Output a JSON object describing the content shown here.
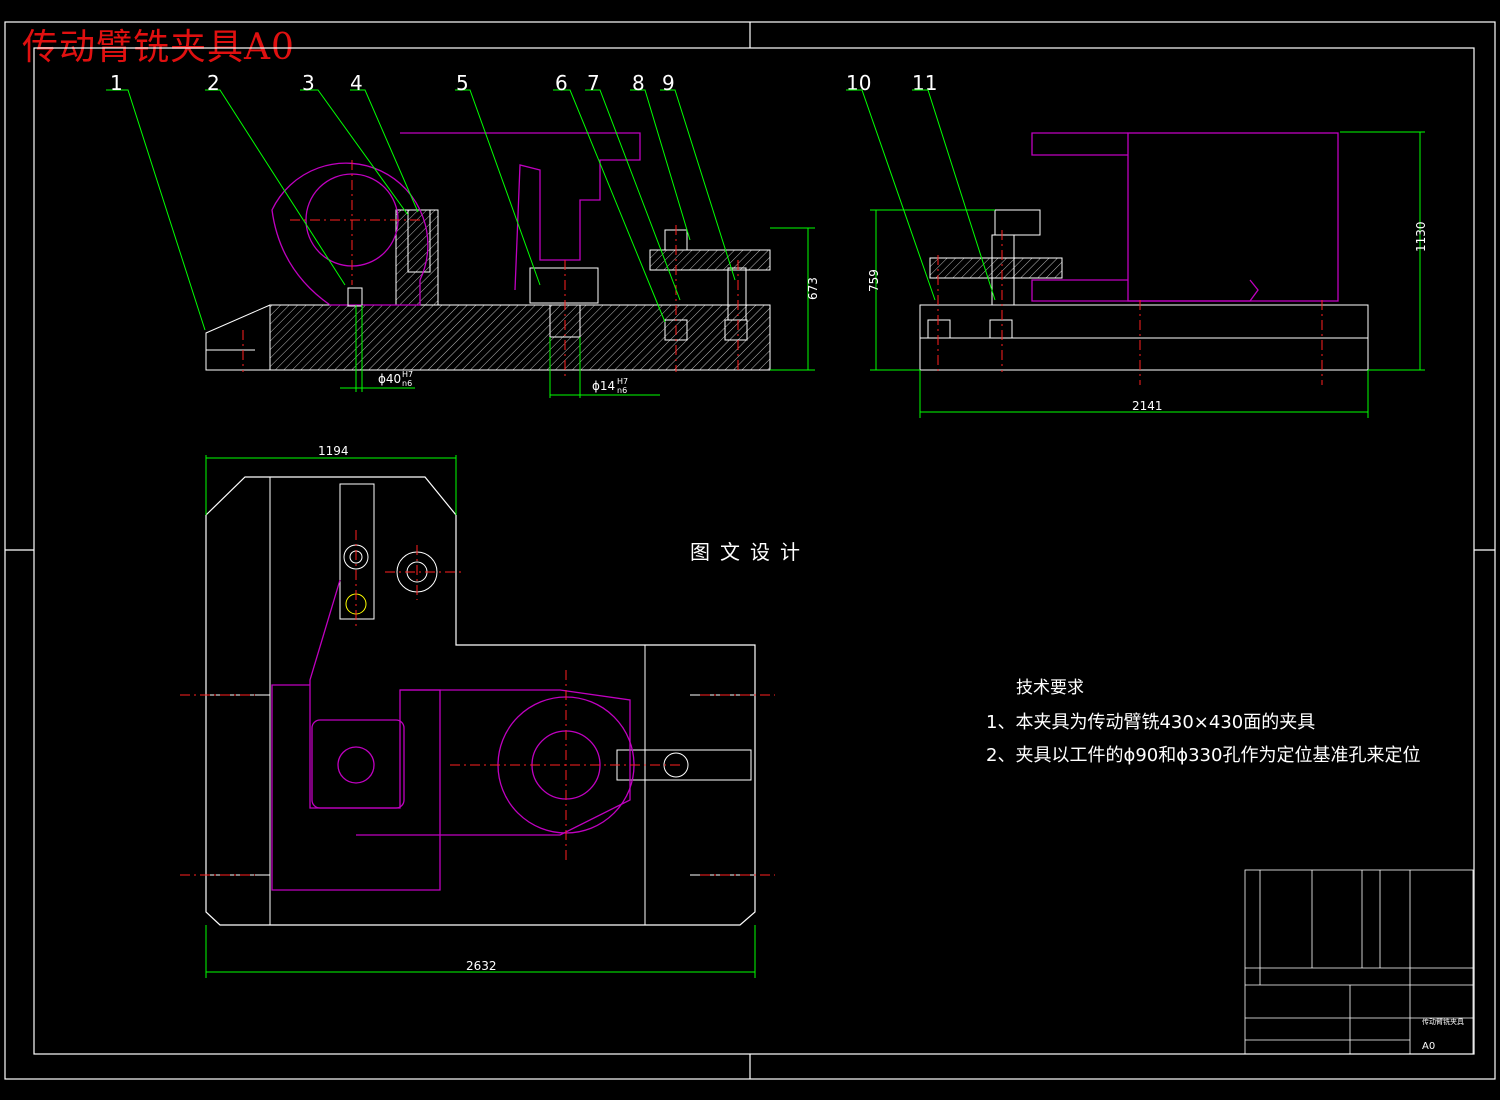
{
  "drawing": {
    "title": "传动臂铣夹具A0",
    "center_text": "图文设计",
    "part_numbers": [
      "1",
      "2",
      "3",
      "4",
      "5",
      "6",
      "7",
      "8",
      "9",
      "10",
      "11"
    ],
    "dimensions": {
      "d673": "673",
      "d759": "759",
      "d1130": "1130",
      "d2141": "2141",
      "d1194": "1194",
      "d2632": "2632",
      "fit1": "ϕ40",
      "fit1_tol_top": "H7",
      "fit1_tol_bottom": "n6",
      "fit2": "ϕ14",
      "fit2_tol_top": "H7",
      "fit2_tol_bottom": "n6"
    },
    "tech_requirements": {
      "heading": "技术要求",
      "line1": "1、本夹具为传动臂铣430×430面的夹具",
      "line2": "2、夹具以工件的ϕ90和ϕ330孔作为定位基准孔来定位"
    },
    "title_block": {
      "sheet_size": "A0",
      "drawing_name": "传动臂铣夹具"
    },
    "colors": {
      "background": "#000000",
      "outline": "#ffffff",
      "workpiece": "#c000c0",
      "dimension": "#00ff00",
      "centerline": "#ff2020",
      "title": "#e01010"
    }
  }
}
